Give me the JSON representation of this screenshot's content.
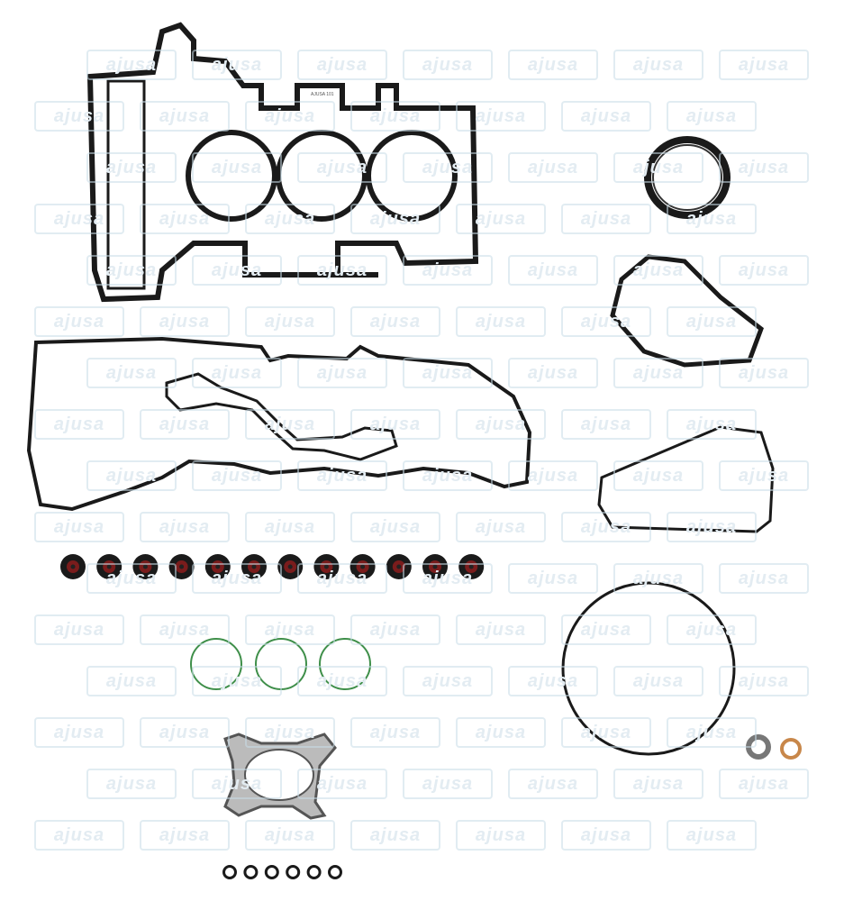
{
  "product": {
    "watermark": "ajusa",
    "head_gasket_mark": "AJUSA 101",
    "colors": {
      "gasket_black": "#1a1a1a",
      "valve_seal_red": "#7a1c1c",
      "oring_green": "#3f8f4a",
      "exhaust_gasket_gray": "#9a9a9a",
      "copper_washer": "#c8874a",
      "watermark": "#e3ecf2"
    },
    "parts": {
      "valve_stem_seals": 12,
      "green_o_rings": 3,
      "small_o_rings": 6
    }
  }
}
